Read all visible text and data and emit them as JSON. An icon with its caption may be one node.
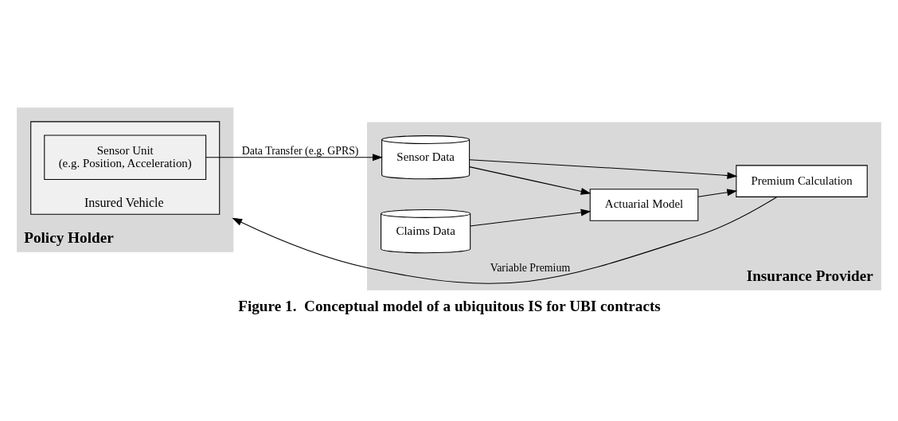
{
  "diagram": {
    "caption": "Figure 1.  Conceptual model of a ubiquitous IS for UBI contracts",
    "nodes": [
      {
        "text": [
          "Policy Holder"
        ]
      },
      {
        "text": [
          "Insured Vehicle"
        ],
        "in": 0
      },
      {
        "text": [
          "Sensor Unit",
          "(e.g. Position, Acceleration)"
        ],
        "in": 1
      },
      {
        "text": [
          "Insurance Provider"
        ]
      },
      {
        "text": [
          "Sensor Data"
        ],
        "in": 3
      },
      {
        "text": [
          "Actuarial Model"
        ],
        "in": 3
      },
      {
        "text": [
          "Premium Calculation"
        ],
        "in": 3
      },
      {
        "text": [
          "Claims Data"
        ],
        "in": 3
      }
    ],
    "edges": [
      {
        "from": 2,
        "to": 4,
        "arrow": "to",
        "label": "Data Transfer (e.g. GPRS)"
      },
      {
        "from": 4,
        "to": 5,
        "arrow": "to"
      },
      {
        "from": 4,
        "to": 6,
        "arrow": "to"
      },
      {
        "from": 5,
        "to": 6,
        "arrow": "to"
      },
      {
        "from": 7,
        "to": 5,
        "arrow": "to"
      },
      {
        "from": 6,
        "to": 0,
        "arrow": "to",
        "label": "Variable Premium"
      }
    ]
  }
}
